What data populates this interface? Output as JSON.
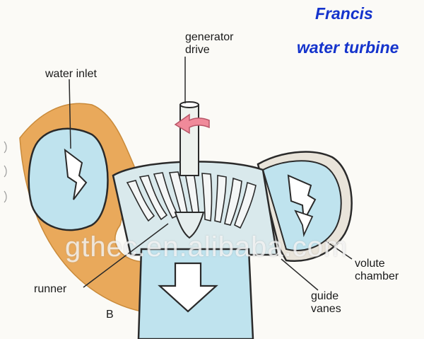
{
  "title": {
    "line1": "Francis",
    "line2": "water turbine"
  },
  "labels": {
    "generator_line1": "generator",
    "generator_line2": "drive",
    "water_inlet": "water inlet",
    "runner": "runner",
    "guide_line1": "guide",
    "guide_line2": "vanes",
    "volute_line1": "volute",
    "volute_line2": "chamber",
    "figure_letter": "B"
  },
  "watermark": "gthec.en.alibaba.com",
  "colors": {
    "title": "#1433cc",
    "water": "#bfe3ee",
    "casing": "#e8a85a",
    "outline": "#2a2a2a",
    "arrow": "#f08a9a"
  }
}
